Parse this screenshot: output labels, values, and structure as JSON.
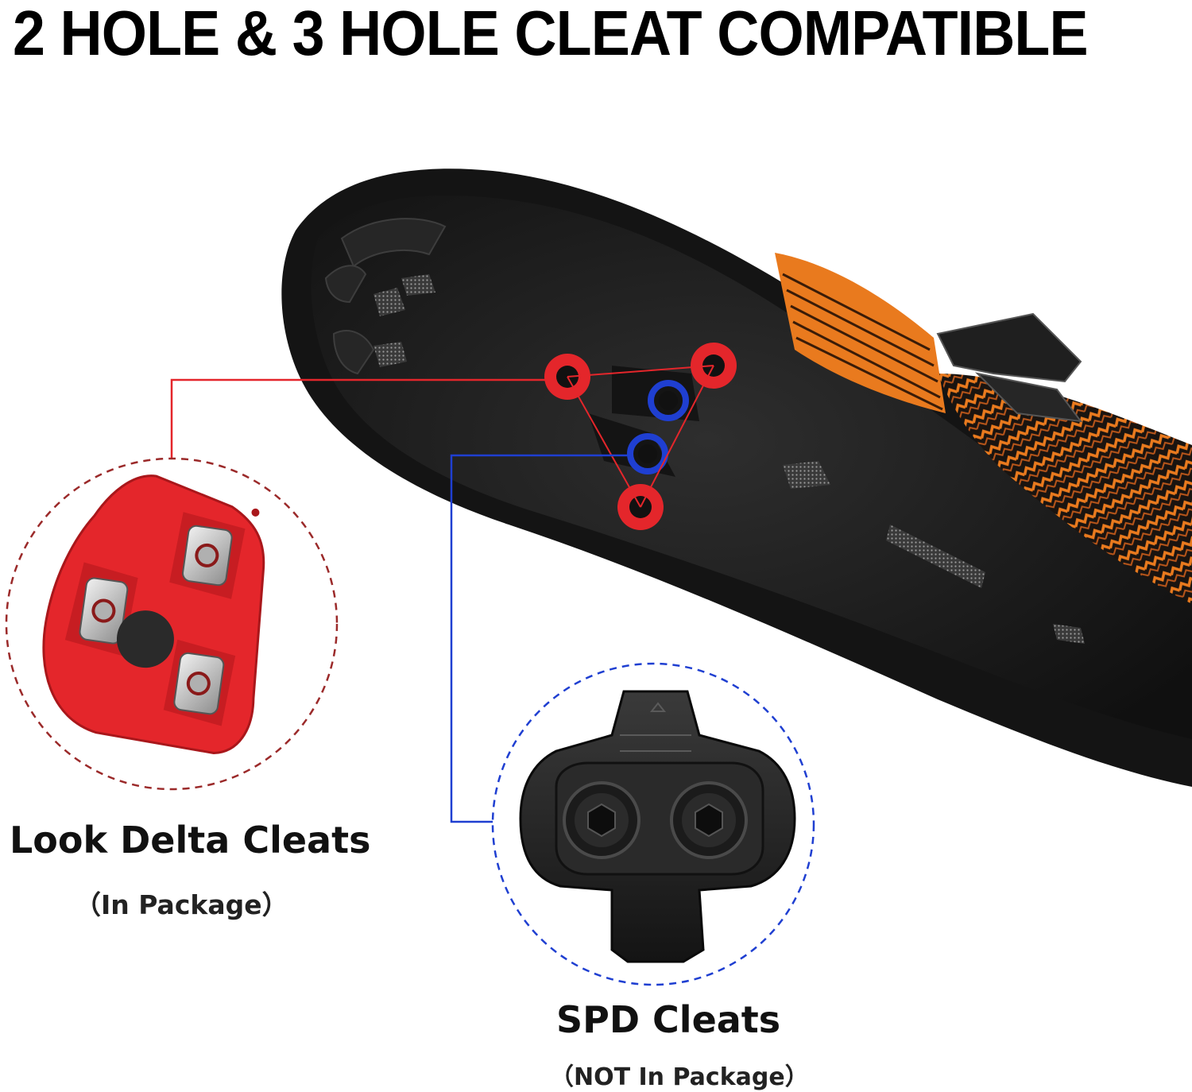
{
  "headline": "2 HOLE & 3 HOLE CLEAT COMPATIBLE",
  "look_cleats": {
    "title": "Look Delta Cleats",
    "note": "（In Package）",
    "accent": "#e4262b"
  },
  "spd_cleats": {
    "title": "SPD Cleats",
    "note": "（NOT In Package）",
    "accent": "#1f3fd1"
  },
  "shoe": {
    "sole_color": "#1a1a1a",
    "stripe_color": "#e97a1e"
  },
  "icons": [
    "shoe-sole-icon",
    "look-delta-cleat-icon",
    "spd-cleat-icon"
  ]
}
